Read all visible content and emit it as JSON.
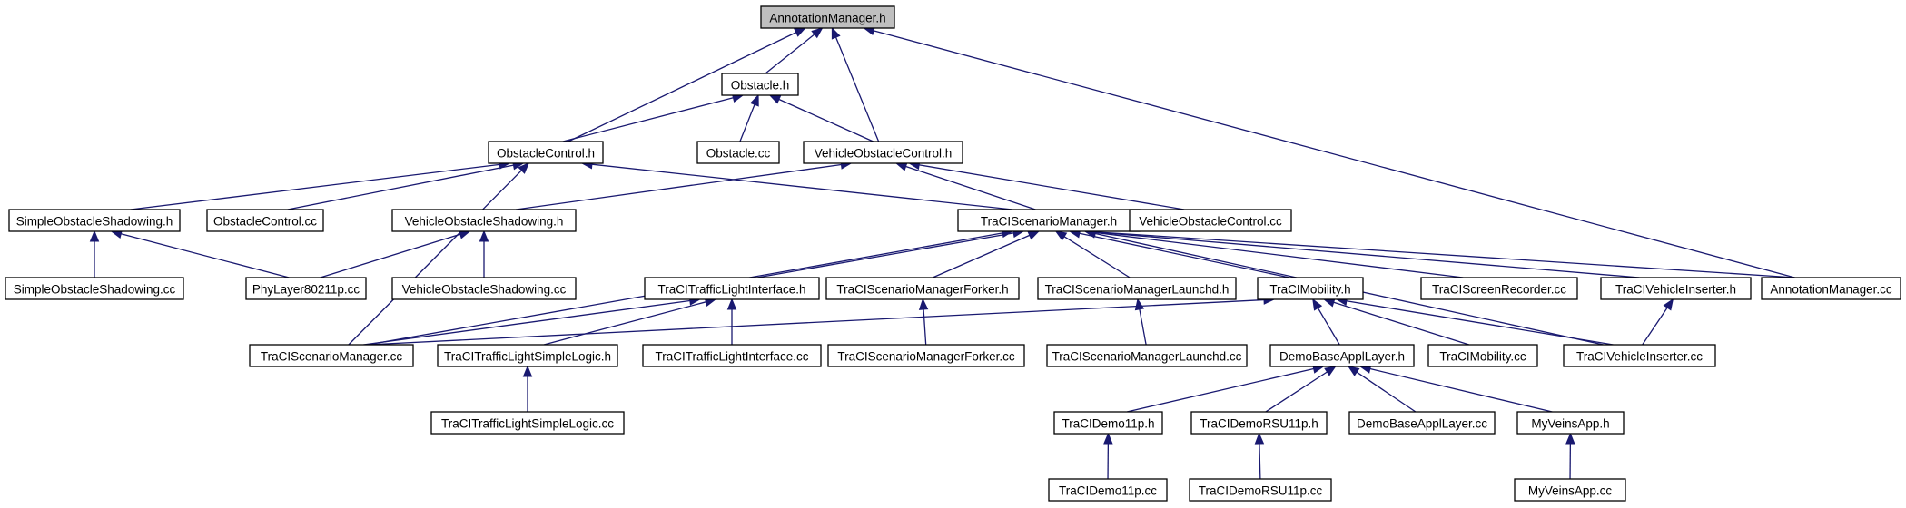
{
  "graph": {
    "current_node": "AnnotationManager.h",
    "nodes": [
      {
        "id": "annotationmanager-h",
        "label": "AnnotationManager.h"
      },
      {
        "id": "obstacle-h",
        "label": "Obstacle.h"
      },
      {
        "id": "obstaclecontrol-h",
        "label": "ObstacleControl.h"
      },
      {
        "id": "obstacle-cc",
        "label": "Obstacle.cc"
      },
      {
        "id": "vehicleobstaclecontrol-h",
        "label": "VehicleObstacleControl.h"
      },
      {
        "id": "simpleobstacleshadowing-h",
        "label": "SimpleObstacleShadowing.h"
      },
      {
        "id": "obstaclecontrol-cc",
        "label": "ObstacleControl.cc"
      },
      {
        "id": "vehicleobstacleshadowing-h",
        "label": "VehicleObstacleShadowing.h"
      },
      {
        "id": "traciscenariomanager-h",
        "label": "TraCIScenarioManager.h"
      },
      {
        "id": "vehicleobstaclecontrol-cc",
        "label": "VehicleObstacleControl.cc"
      },
      {
        "id": "simpleobstacleshadowing-cc",
        "label": "SimpleObstacleShadowing.cc"
      },
      {
        "id": "phylayer80211p-cc",
        "label": "PhyLayer80211p.cc"
      },
      {
        "id": "vehicleobstacleshadowing-cc",
        "label": "VehicleObstacleShadowing.cc"
      },
      {
        "id": "tracitrafficlightinterface-h",
        "label": "TraCITrafficLightInterface.h"
      },
      {
        "id": "traciscenariomanagerforker-h",
        "label": "TraCIScenarioManagerForker.h"
      },
      {
        "id": "traciscenariomanagerlaunchd-h",
        "label": "TraCIScenarioManagerLaunchd.h"
      },
      {
        "id": "tracimobility-h",
        "label": "TraCIMobility.h"
      },
      {
        "id": "traciscreenrecorder-cc",
        "label": "TraCIScreenRecorder.cc"
      },
      {
        "id": "tracivehicleinserter-h",
        "label": "TraCIVehicleInserter.h"
      },
      {
        "id": "annotationmanager-cc",
        "label": "AnnotationManager.cc"
      },
      {
        "id": "traciscenariomanager-cc",
        "label": "TraCIScenarioManager.cc"
      },
      {
        "id": "tracitrafficlightsimplelogic-h",
        "label": "TraCITrafficLightSimpleLogic.h"
      },
      {
        "id": "tracitrafficlightinterface-cc",
        "label": "TraCITrafficLightInterface.cc"
      },
      {
        "id": "traciscenariomanagerforker-cc",
        "label": "TraCIScenarioManagerForker.cc"
      },
      {
        "id": "traciscenariomanagerlaunchd-cc",
        "label": "TraCIScenarioManagerLaunchd.cc"
      },
      {
        "id": "demobaseappllayer-h",
        "label": "DemoBaseApplLayer.h"
      },
      {
        "id": "tracimobility-cc",
        "label": "TraCIMobility.cc"
      },
      {
        "id": "tracivehicleinserter-cc",
        "label": "TraCIVehicleInserter.cc"
      },
      {
        "id": "tracitrafficlightsimplelogic-cc",
        "label": "TraCITrafficLightSimpleLogic.cc"
      },
      {
        "id": "tracidemo11p-h",
        "label": "TraCIDemo11p.h"
      },
      {
        "id": "tracidemorsu11p-h",
        "label": "TraCIDemoRSU11p.h"
      },
      {
        "id": "demobaseappllayer-cc",
        "label": "DemoBaseApplLayer.cc"
      },
      {
        "id": "myveinsapp-h",
        "label": "MyVeinsApp.h"
      },
      {
        "id": "tracidemo11p-cc",
        "label": "TraCIDemo11p.cc"
      },
      {
        "id": "tracidemorsu11p-cc",
        "label": "TraCIDemoRSU11p.cc"
      },
      {
        "id": "myveinsapp-cc",
        "label": "MyVeinsApp.cc"
      }
    ],
    "edges": [
      {
        "from": "obstacle-h",
        "to": "annotationmanager-h"
      },
      {
        "from": "obstaclecontrol-h",
        "to": "annotationmanager-h"
      },
      {
        "from": "vehicleobstaclecontrol-h",
        "to": "annotationmanager-h"
      },
      {
        "from": "annotationmanager-cc",
        "to": "annotationmanager-h"
      },
      {
        "from": "obstaclecontrol-h",
        "to": "obstacle-h"
      },
      {
        "from": "obstacle-cc",
        "to": "obstacle-h"
      },
      {
        "from": "vehicleobstaclecontrol-h",
        "to": "obstacle-h"
      },
      {
        "from": "simpleobstacleshadowing-h",
        "to": "obstaclecontrol-h"
      },
      {
        "from": "obstaclecontrol-cc",
        "to": "obstaclecontrol-h"
      },
      {
        "from": "traciscenariomanager-cc",
        "to": "obstaclecontrol-h"
      },
      {
        "from": "traciscenariomanager-h",
        "to": "obstaclecontrol-h"
      },
      {
        "from": "vehicleobstacleshadowing-h",
        "to": "vehicleobstaclecontrol-h"
      },
      {
        "from": "traciscenariomanager-h",
        "to": "vehicleobstaclecontrol-h"
      },
      {
        "from": "vehicleobstaclecontrol-cc",
        "to": "vehicleobstaclecontrol-h"
      },
      {
        "from": "simpleobstacleshadowing-cc",
        "to": "simpleobstacleshadowing-h"
      },
      {
        "from": "phylayer80211p-cc",
        "to": "simpleobstacleshadowing-h"
      },
      {
        "from": "phylayer80211p-cc",
        "to": "vehicleobstacleshadowing-h"
      },
      {
        "from": "vehicleobstacleshadowing-cc",
        "to": "vehicleobstacleshadowing-h"
      },
      {
        "from": "traciscenariomanager-cc",
        "to": "traciscenariomanager-h"
      },
      {
        "from": "tracitrafficlightinterface-h",
        "to": "traciscenariomanager-h"
      },
      {
        "from": "traciscenariomanagerforker-h",
        "to": "traciscenariomanager-h"
      },
      {
        "from": "traciscenariomanagerlaunchd-h",
        "to": "traciscenariomanager-h"
      },
      {
        "from": "tracimobility-h",
        "to": "traciscenariomanager-h"
      },
      {
        "from": "tracivehicleinserter-cc",
        "to": "traciscenariomanager-h"
      },
      {
        "from": "traciscreenrecorder-cc",
        "to": "traciscenariomanager-h"
      },
      {
        "from": "tracivehicleinserter-h",
        "to": "traciscenariomanager-h"
      },
      {
        "from": "annotationmanager-cc",
        "to": "traciscenariomanager-h"
      },
      {
        "from": "traciscenariomanager-cc",
        "to": "tracitrafficlightinterface-h"
      },
      {
        "from": "tracitrafficlightsimplelogic-h",
        "to": "tracitrafficlightinterface-h"
      },
      {
        "from": "tracitrafficlightinterface-cc",
        "to": "tracitrafficlightinterface-h"
      },
      {
        "from": "traciscenariomanagerforker-cc",
        "to": "traciscenariomanagerforker-h"
      },
      {
        "from": "traciscenariomanagerlaunchd-cc",
        "to": "traciscenariomanagerlaunchd-h"
      },
      {
        "from": "traciscenariomanager-cc",
        "to": "tracimobility-h"
      },
      {
        "from": "demobaseappllayer-h",
        "to": "tracimobility-h"
      },
      {
        "from": "tracimobility-cc",
        "to": "tracimobility-h"
      },
      {
        "from": "tracivehicleinserter-cc",
        "to": "tracimobility-h"
      },
      {
        "from": "tracivehicleinserter-cc",
        "to": "tracivehicleinserter-h"
      },
      {
        "from": "tracitrafficlightsimplelogic-cc",
        "to": "tracitrafficlightsimplelogic-h"
      },
      {
        "from": "tracidemo11p-h",
        "to": "demobaseappllayer-h"
      },
      {
        "from": "tracidemorsu11p-h",
        "to": "demobaseappllayer-h"
      },
      {
        "from": "demobaseappllayer-cc",
        "to": "demobaseappllayer-h"
      },
      {
        "from": "myveinsapp-h",
        "to": "demobaseappllayer-h"
      },
      {
        "from": "tracidemo11p-cc",
        "to": "tracidemo11p-h"
      },
      {
        "from": "tracidemorsu11p-cc",
        "to": "tracidemorsu11p-h"
      },
      {
        "from": "myveinsapp-cc",
        "to": "myveinsapp-h"
      }
    ]
  }
}
